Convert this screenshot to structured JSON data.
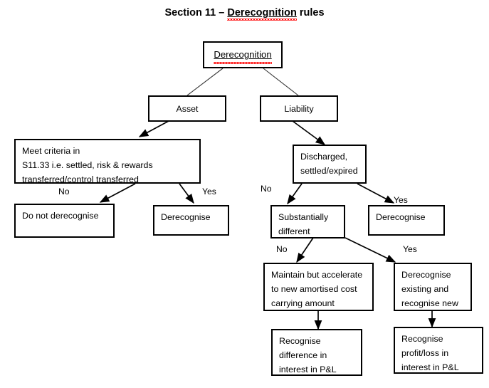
{
  "title": {
    "prefix": "Section 11 – ",
    "misspelled": "Derecognition",
    "suffix": " rules"
  },
  "diagram": {
    "type": "flowchart",
    "nodes": [
      {
        "id": "root",
        "label": "Derecognition"
      },
      {
        "id": "asset",
        "label": "Asset"
      },
      {
        "id": "liability",
        "label": "Liability"
      },
      {
        "id": "criteria",
        "label": "Meet criteria in\nS11.33 i.e. settled, risk & rewards\ntransferred/control transferred"
      },
      {
        "id": "discharged",
        "label": "Discharged,\nsettled/expired"
      },
      {
        "id": "donot",
        "label": "Do not derecognise"
      },
      {
        "id": "derec_asset",
        "label": "Derecognise"
      },
      {
        "id": "subdiff",
        "label": "Substantially\ndifferent"
      },
      {
        "id": "derec_liab",
        "label": "Derecognise"
      },
      {
        "id": "maintain",
        "label": "Maintain but accelerate\nto new amortised cost\ncarrying amount"
      },
      {
        "id": "derec_new",
        "label": "Derecognise\nexisting and\nrecognise new"
      },
      {
        "id": "rec_diff",
        "label": "Recognise\ndifference in\ninterest in P&L"
      },
      {
        "id": "rec_pl",
        "label": "Recognise\nprofit/loss in\ninterest in P&L"
      }
    ],
    "edge_labels": [
      {
        "id": "asset-no",
        "text": "No"
      },
      {
        "id": "asset-yes",
        "text": "Yes"
      },
      {
        "id": "liab-no",
        "text": "No"
      },
      {
        "id": "liab-yes",
        "text": "Yes"
      },
      {
        "id": "sub-no",
        "text": "No"
      },
      {
        "id": "sub-yes",
        "text": "Yes"
      }
    ]
  }
}
